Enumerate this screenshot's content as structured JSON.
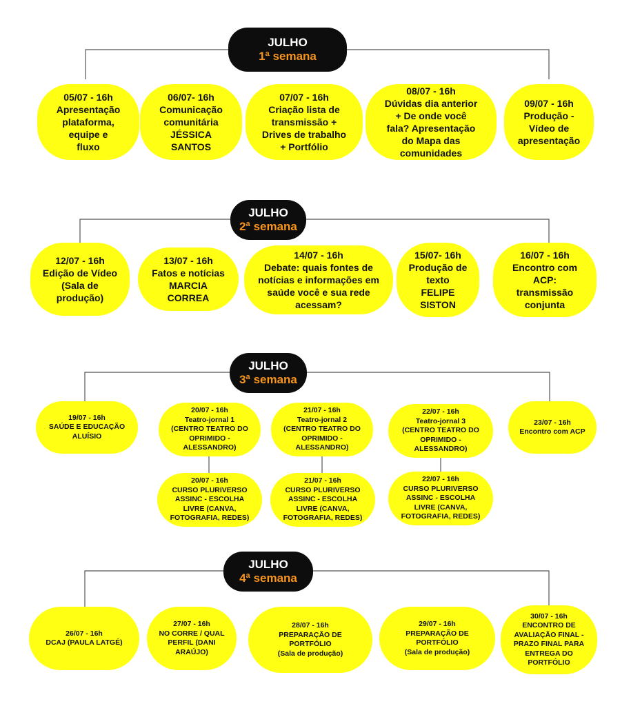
{
  "colors": {
    "header_bg": "#0d0d0d",
    "month_text": "#ffffff",
    "week_text": "#f7941d",
    "card_bg": "#ffff14",
    "text": "#111111",
    "connector": "#555555"
  },
  "weeks": [
    {
      "month": "JULHO",
      "label": "1ª semana",
      "cards": [
        [
          "05/07 - 16h",
          "Apresentação",
          "plataforma,",
          "equipe e",
          "fluxo"
        ],
        [
          "06/07- 16h",
          "Comunicação",
          "comunitária",
          "JÉSSICA",
          "SANTOS"
        ],
        [
          "07/07 - 16h",
          "Criação lista de",
          "transmissão +",
          "Drives de trabalho",
          "+ Portfólio"
        ],
        [
          "08/07 - 16h",
          "Dúvidas dia anterior",
          "+ De onde você",
          "fala? Apresentação",
          "do Mapa das",
          "comunidades"
        ],
        [
          "09/07 - 16h",
          "Produção -",
          "Vídeo de",
          "apresentação"
        ]
      ]
    },
    {
      "month": "JULHO",
      "label": "2ª semana",
      "cards": [
        [
          "12/07 - 16h",
          "Edição de Vídeo",
          "(Sala de",
          "produção)"
        ],
        [
          "13/07 - 16h",
          "Fatos e notícias",
          "MARCIA",
          "CORREA"
        ],
        [
          "14/07 - 16h",
          "Debate: quais fontes de",
          "notícias e informações em",
          "saúde você e sua rede",
          "acessam?"
        ],
        [
          "15/07- 16h",
          "Produção de",
          "texto",
          "FELIPE",
          "SISTON"
        ],
        [
          "16/07 - 16h",
          "Encontro com",
          "ACP:",
          "transmissão",
          "conjunta"
        ]
      ]
    },
    {
      "month": "JULHO",
      "label": "3ª semana",
      "cards": [
        [
          "19/07 - 16h",
          "SAÚDE E EDUCAÇÃO",
          "ALUÍSIO"
        ],
        [
          "20/07 - 16h",
          "Teatro-jornal 1",
          "(CENTRO TEATRO DO",
          "OPRIMIDO -",
          "ALESSANDRO)"
        ],
        [
          "21/07 - 16h",
          "Teatro-jornal 2",
          "(CENTRO TEATRO DO",
          "OPRIMIDO -",
          "ALESSANDRO)"
        ],
        [
          "22/07 - 16h",
          "Teatro-jornal 3",
          "(CENTRO TEATRO DO",
          "OPRIMIDO -",
          "ALESSANDRO)"
        ],
        [
          "23/07 - 16h",
          "Encontro com ACP"
        ]
      ],
      "sub_cards": [
        [
          "20/07 - 16h",
          "CURSO PLURIVERSO",
          "ASSINC - ESCOLHA",
          "LIVRE (CANVA,",
          "FOTOGRAFIA, REDES)"
        ],
        [
          "21/07 - 16h",
          "CURSO PLURIVERSO",
          "ASSINC - ESCOLHA",
          "LIVRE (CANVA,",
          "FOTOGRAFIA, REDES)"
        ],
        [
          "22/07 - 16h",
          "CURSO PLURIVERSO",
          "ASSINC - ESCOLHA",
          "LIVRE (CANVA,",
          "FOTOGRAFIA, REDES)"
        ]
      ]
    },
    {
      "month": "JULHO",
      "label": "4ª semana",
      "cards": [
        [
          "26/07 - 16h",
          "DCAJ (PAULA LATGÉ)"
        ],
        [
          "27/07 - 16h",
          "NO CORRE / QUAL",
          "PERFIL (DANI",
          "ARAÚJO)"
        ],
        [
          "28/07 - 16h",
          "PREPARAÇÃO DE",
          "PORTFÓLIO",
          "(Sala de produção)"
        ],
        [
          "29/07 - 16h",
          "PREPARAÇÃO DE",
          "PORTFÓLIO",
          "(Sala de produção)"
        ],
        [
          "30/07 - 16h",
          "ENCONTRO DE",
          "AVALIAÇÃO FINAL -",
          "PRAZO FINAL PARA",
          "ENTREGA DO",
          "PORTFÓLIO"
        ]
      ]
    }
  ]
}
